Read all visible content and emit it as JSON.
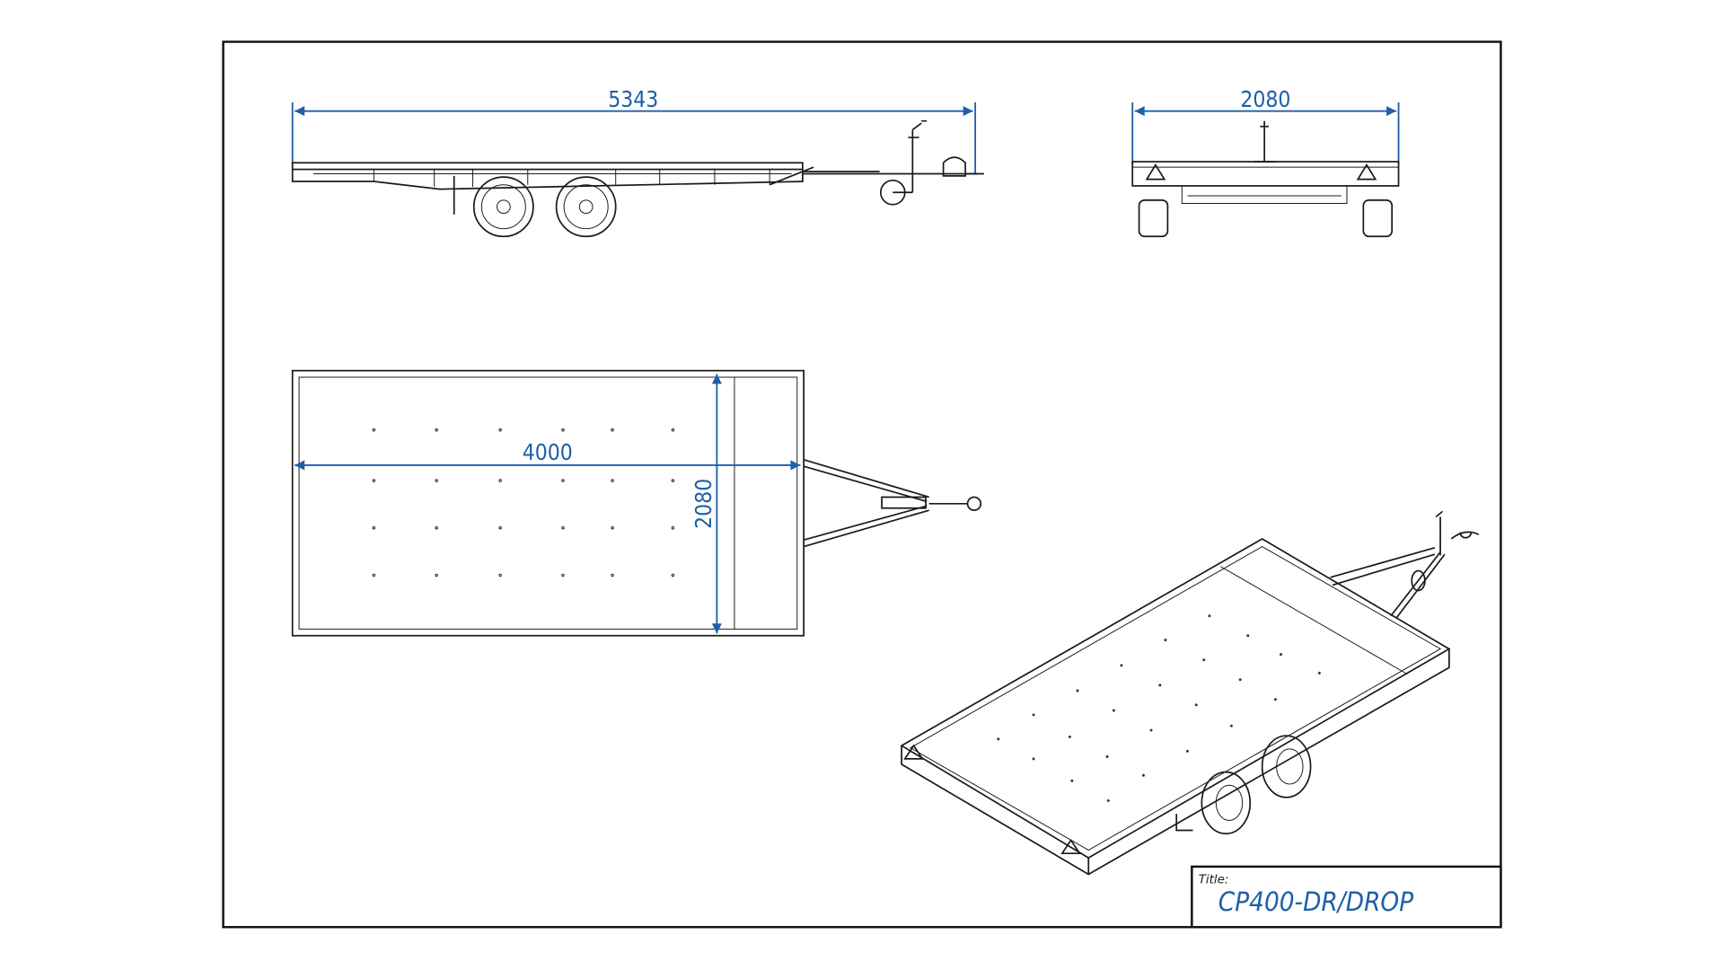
{
  "drawing": {
    "dimensions": {
      "side_length": "5343",
      "front_width": "2080",
      "deck_length": "4000",
      "deck_width": "2080"
    },
    "title_block": {
      "label": "Title:",
      "title": "CP400-DR/DROP"
    },
    "colors": {
      "dimension": "#1f5fa8",
      "line": "#1a1a1a"
    }
  }
}
